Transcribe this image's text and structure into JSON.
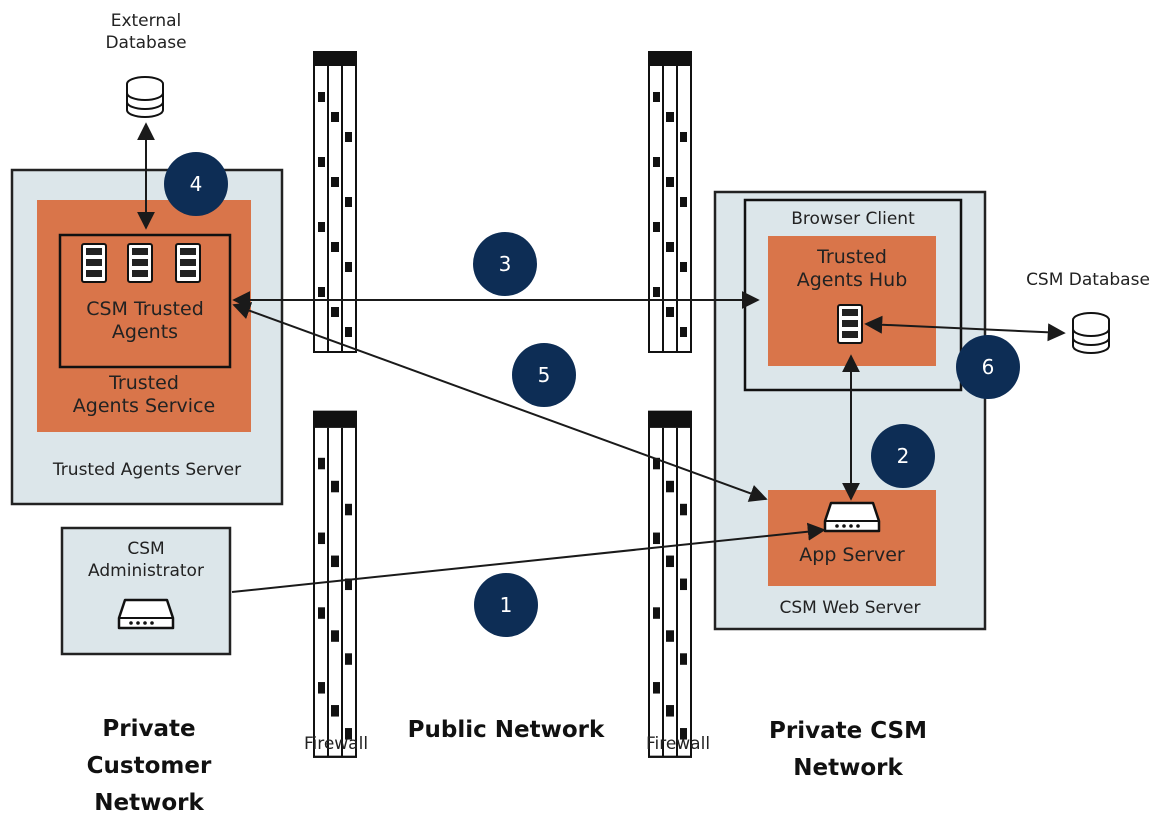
{
  "nodes": {
    "external_database": "External\nDatabase",
    "csm_trusted_agents": "CSM Trusted\nAgents",
    "trusted_agents_service": "Trusted\nAgents Service",
    "trusted_agents_server": "Trusted Agents Server",
    "csm_administrator": "CSM\nAdministrator",
    "browser_client": "Browser Client",
    "trusted_agents_hub": "Trusted\nAgents Hub",
    "csm_database": "CSM Database",
    "app_server": "App Server",
    "csm_web_server": "CSM Web Server"
  },
  "firewalls": [
    "Firewall",
    "Firewall"
  ],
  "zones": {
    "private_customer_network": "Private\nCustomer\nNetwork",
    "public_network": "Public Network",
    "private_csm_network": "Private CSM\nNetwork"
  },
  "steps": [
    "1",
    "2",
    "3",
    "4",
    "5",
    "6"
  ],
  "colors": {
    "server_box": "#dce6ea",
    "service_orange": "#d9754a",
    "badge_navy": "#0d2d55",
    "line": "#1a1a1a"
  },
  "icons": [
    "database-icon",
    "server-rack-icon",
    "network-device-icon",
    "firewall-icon"
  ]
}
